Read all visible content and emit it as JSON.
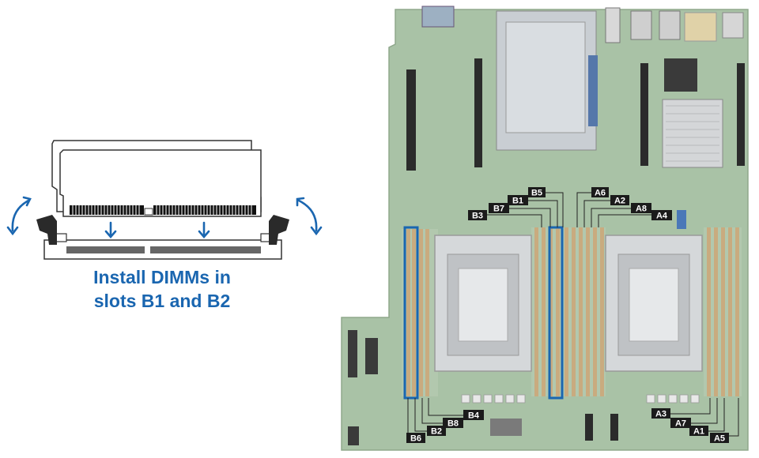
{
  "instruction": {
    "line1": "Install DIMMs in",
    "line2": "slots B1 and B2"
  },
  "colors": {
    "accent": "#1a66b0",
    "board": "#a9c2a6",
    "dimm_slot": "#c9ab7f",
    "label_bg": "#1b1b1b"
  },
  "icons": {
    "rotate_left": "curved-arrow-icon",
    "rotate_right": "curved-arrow-icon",
    "push_down": "down-arrow-icon"
  },
  "slot_labels": {
    "B5": "B5",
    "A6": "A6",
    "B1": "B1",
    "A2": "A2",
    "B3": "B3",
    "B7": "B7",
    "A8": "A8",
    "A4": "A4",
    "B4": "B4",
    "B8": "B8",
    "B2": "B2",
    "B6": "B6",
    "A3": "A3",
    "A7": "A7",
    "A1": "A1",
    "A5": "A5"
  },
  "highlighted_slots": [
    "B1",
    "B2"
  ]
}
